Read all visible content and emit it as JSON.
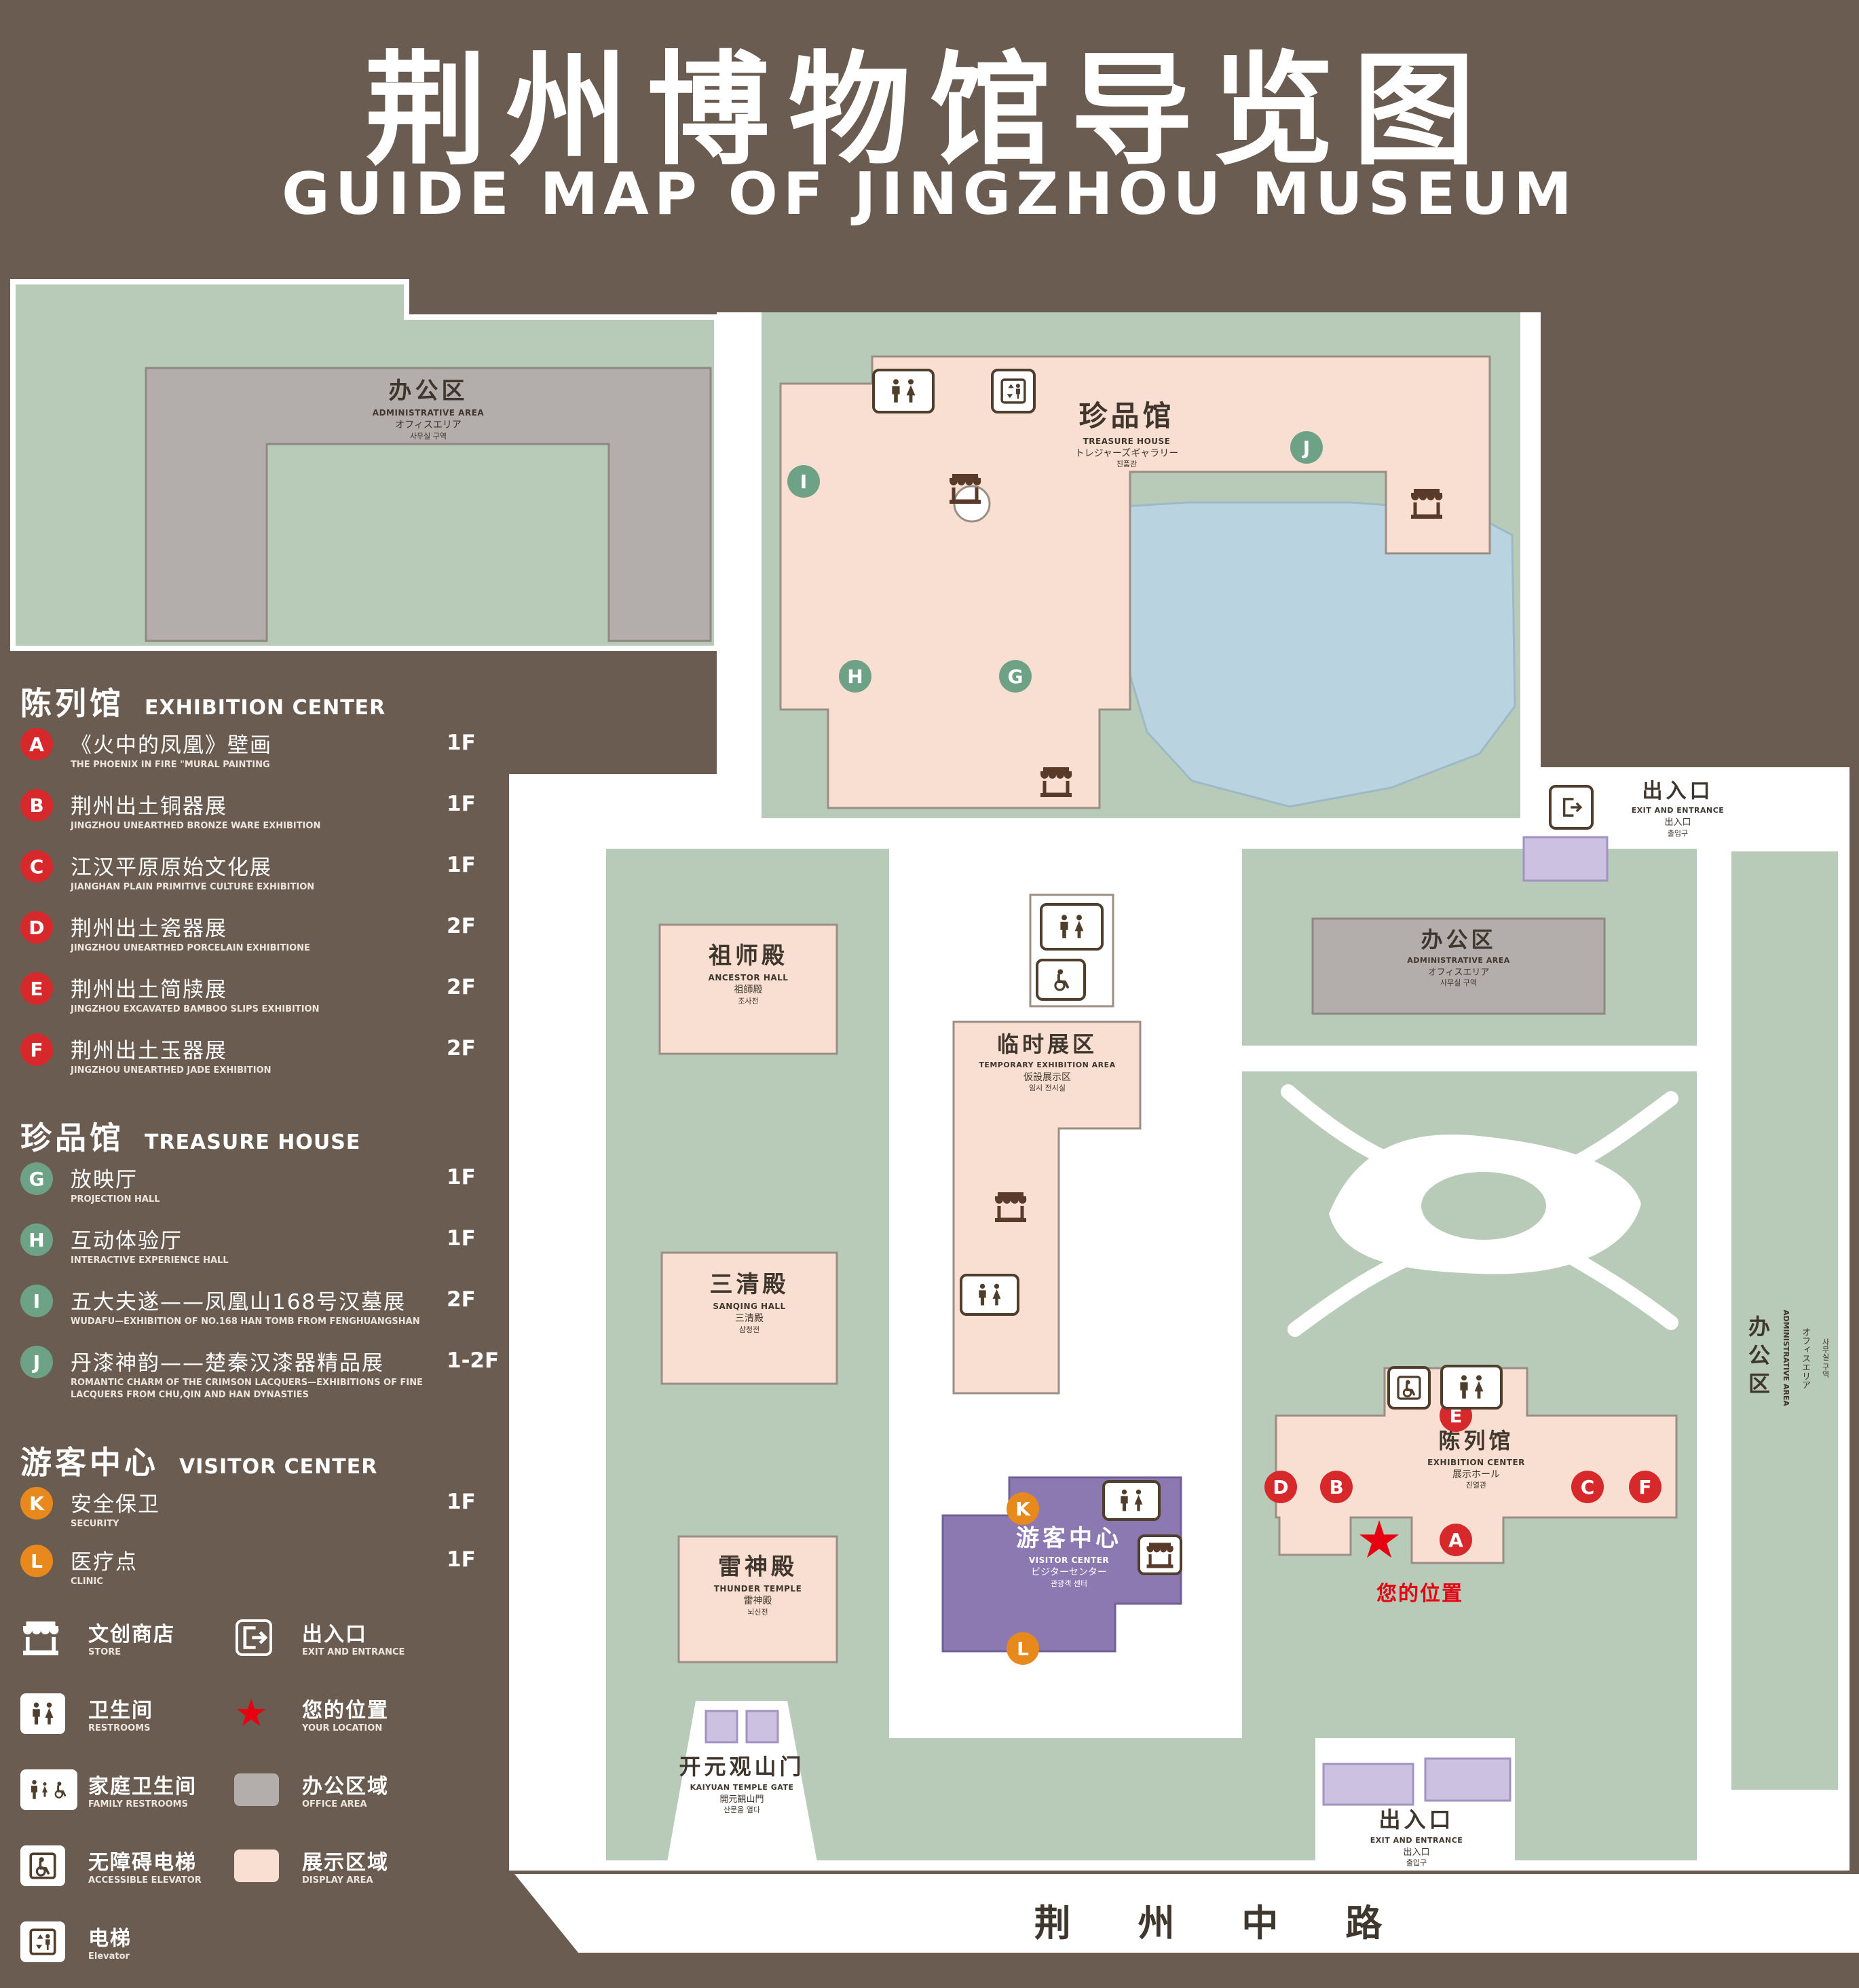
{
  "header": {
    "title_cn": "荆州博物馆导览图",
    "title_en": "GUIDE MAP OF JINGZHOU MUSEUM"
  },
  "sidebar": {
    "sections": [
      {
        "title_cn": "陈列馆",
        "title_en": "EXHIBITION CENTER",
        "items": [
          {
            "letter": "A",
            "cn": "《火中的凤凰》壁画",
            "en": "THE PHOENIX IN FIRE \"MURAL PAINTING",
            "floor": "1F"
          },
          {
            "letter": "B",
            "cn": "荆州出土铜器展",
            "en": "JINGZHOU UNEARTHED BRONZE WARE EXHIBITION",
            "floor": "1F"
          },
          {
            "letter": "C",
            "cn": "江汉平原原始文化展",
            "en": "JIANGHAN PLAIN PRIMITIVE CULTURE EXHIBITION",
            "floor": "1F"
          },
          {
            "letter": "D",
            "cn": "荆州出土瓷器展",
            "en": "JINGZHOU UNEARTHED PORCELAIN EXHIBITIONE",
            "floor": "2F"
          },
          {
            "letter": "E",
            "cn": "荆州出土简牍展",
            "en": "JINGZHOU EXCAVATED BAMBOO SLIPS EXHIBITION",
            "floor": "2F"
          },
          {
            "letter": "F",
            "cn": "荆州出土玉器展",
            "en": "JINGZHOU UNEARTHED JADE EXHIBITION",
            "floor": "2F"
          }
        ]
      },
      {
        "title_cn": "珍品馆",
        "title_en": "TREASURE HOUSE",
        "items": [
          {
            "letter": "G",
            "cn": "放映厅",
            "en": "PROJECTION HALL",
            "floor": "1F"
          },
          {
            "letter": "H",
            "cn": "互动体验厅",
            "en": "INTERACTIVE EXPERIENCE HALL",
            "floor": "1F"
          },
          {
            "letter": "I",
            "cn": "五大夫遂——凤凰山168号汉墓展",
            "en": "WUDAFU—EXHIBITION OF NO.168 HAN TOMB FROM FENGHUANGSHAN",
            "floor": "2F"
          },
          {
            "letter": "J",
            "cn": "丹漆神韵——楚秦汉漆器精品展",
            "en": "ROMANTIC CHARM OF THE CRIMSON LACQUERS—EXHIBITIONS OF FINE LACQUERS FROM CHU,QIN AND HAN DYNASTIES",
            "floor": "1-2F"
          }
        ]
      },
      {
        "title_cn": "游客中心",
        "title_en": "VISITOR CENTER",
        "items": [
          {
            "letter": "K",
            "cn": "安全保卫",
            "en": "SECURITY",
            "floor": "1F"
          },
          {
            "letter": "L",
            "cn": "医疗点",
            "en": "CLINIC",
            "floor": "1F"
          }
        ]
      }
    ],
    "legend": [
      {
        "icon": "store-icon",
        "cn": "文创商店",
        "en": "STORE"
      },
      {
        "icon": "exit-icon",
        "cn": "出入口",
        "en": "EXIT AND ENTRANCE"
      },
      {
        "icon": "restroom-icon",
        "cn": "卫生间",
        "en": "RESTROOMS"
      },
      {
        "icon": "location-star-icon",
        "cn": "您的位置",
        "en": "YOUR LOCATION"
      },
      {
        "icon": "family-restroom-icon",
        "cn": "家庭卫生间",
        "en": "FAMILY RESTROOMS"
      },
      {
        "icon": "office-swatch",
        "cn": "办公区域",
        "en": "OFFICE AREA"
      },
      {
        "icon": "accessible-elevator-icon",
        "cn": "无障碍电梯",
        "en": "ACCESSIBLE ELEVATOR"
      },
      {
        "icon": "display-swatch",
        "cn": "展示区域",
        "en": "DISPLAY AREA"
      },
      {
        "icon": "elevator-icon",
        "cn": "电梯",
        "en": "Elevator"
      }
    ]
  },
  "map": {
    "labels": {
      "admin_topleft": {
        "cn": "办公区",
        "en": "ADMINISTRATIVE AREA",
        "jp": "オフィスエリア",
        "kr": "사무실 구역"
      },
      "treasure": {
        "cn": "珍品馆",
        "en": "TREASURE HOUSE",
        "jp": "トレジャーズギャラリー",
        "kr": "진품관"
      },
      "ancestor": {
        "cn": "祖师殿",
        "en": "ANCESTOR HALL",
        "jp": "祖師殿",
        "kr": "조사전"
      },
      "temporary": {
        "cn": "临时展区",
        "en": "TEMPORARY EXHIBITION AREA",
        "jp": "仮設展示区",
        "kr": "임시 전시실"
      },
      "sanqing": {
        "cn": "三清殿",
        "en": "SANQING HALL",
        "jp": "三清殿",
        "kr": "삼청전"
      },
      "thunder": {
        "cn": "雷神殿",
        "en": "THUNDER TEMPLE",
        "jp": "雷神殿",
        "kr": "뇌신전"
      },
      "visitor": {
        "cn": "游客中心",
        "en": "VISITOR CENTER",
        "jp": "ビジターセンター",
        "kr": "관광객 센터"
      },
      "admin_right": {
        "cn": "办公区",
        "en": "ADMINISTRATIVE AREA",
        "jp": "オフィスエリア",
        "kr": "사무실 구역"
      },
      "admin_strip": {
        "cn": "办公区",
        "en": "ADMINISTRATIVE AREA",
        "jp": "オフィスエリア",
        "kr": "사무실 구역"
      },
      "exhibition": {
        "cn": "陈列馆",
        "en": "EXHIBITION CENTER",
        "jp": "展示ホール",
        "kr": "진열관"
      },
      "gate": {
        "cn": "开元观山门",
        "en": "KAIYUAN TEMPLE GATE",
        "jp": "開元観山門",
        "kr": "산문을 열다"
      },
      "exit_top": {
        "cn": "出入口",
        "en": "EXIT AND ENTRANCE",
        "jp": "出入口",
        "kr": "출입구"
      },
      "exit_bottom": {
        "cn": "出入口",
        "en": "EXIT AND ENTRANCE",
        "jp": "出入口",
        "kr": "출입구"
      },
      "road": "荆 州 中 路",
      "your_location": "您的位置"
    },
    "markers": {
      "A": "A",
      "B": "B",
      "C": "C",
      "D": "D",
      "E": "E",
      "F": "F",
      "G": "G",
      "H": "H",
      "I": "I",
      "J": "J",
      "K": "K",
      "L": "L"
    },
    "colors": {
      "background": "#6b5c51",
      "green": "#b7cbb8",
      "display_pink": "#f9dfd2",
      "office_gray": "#b3aeab",
      "pond_blue": "#b9d4e0",
      "visitor_purple": "#8c79b2",
      "entrance_purple": "#ccc1e0",
      "marker_red": "#d7282b",
      "marker_green": "#6ea287",
      "marker_orange": "#e8891d",
      "location_red": "#e60012"
    }
  }
}
